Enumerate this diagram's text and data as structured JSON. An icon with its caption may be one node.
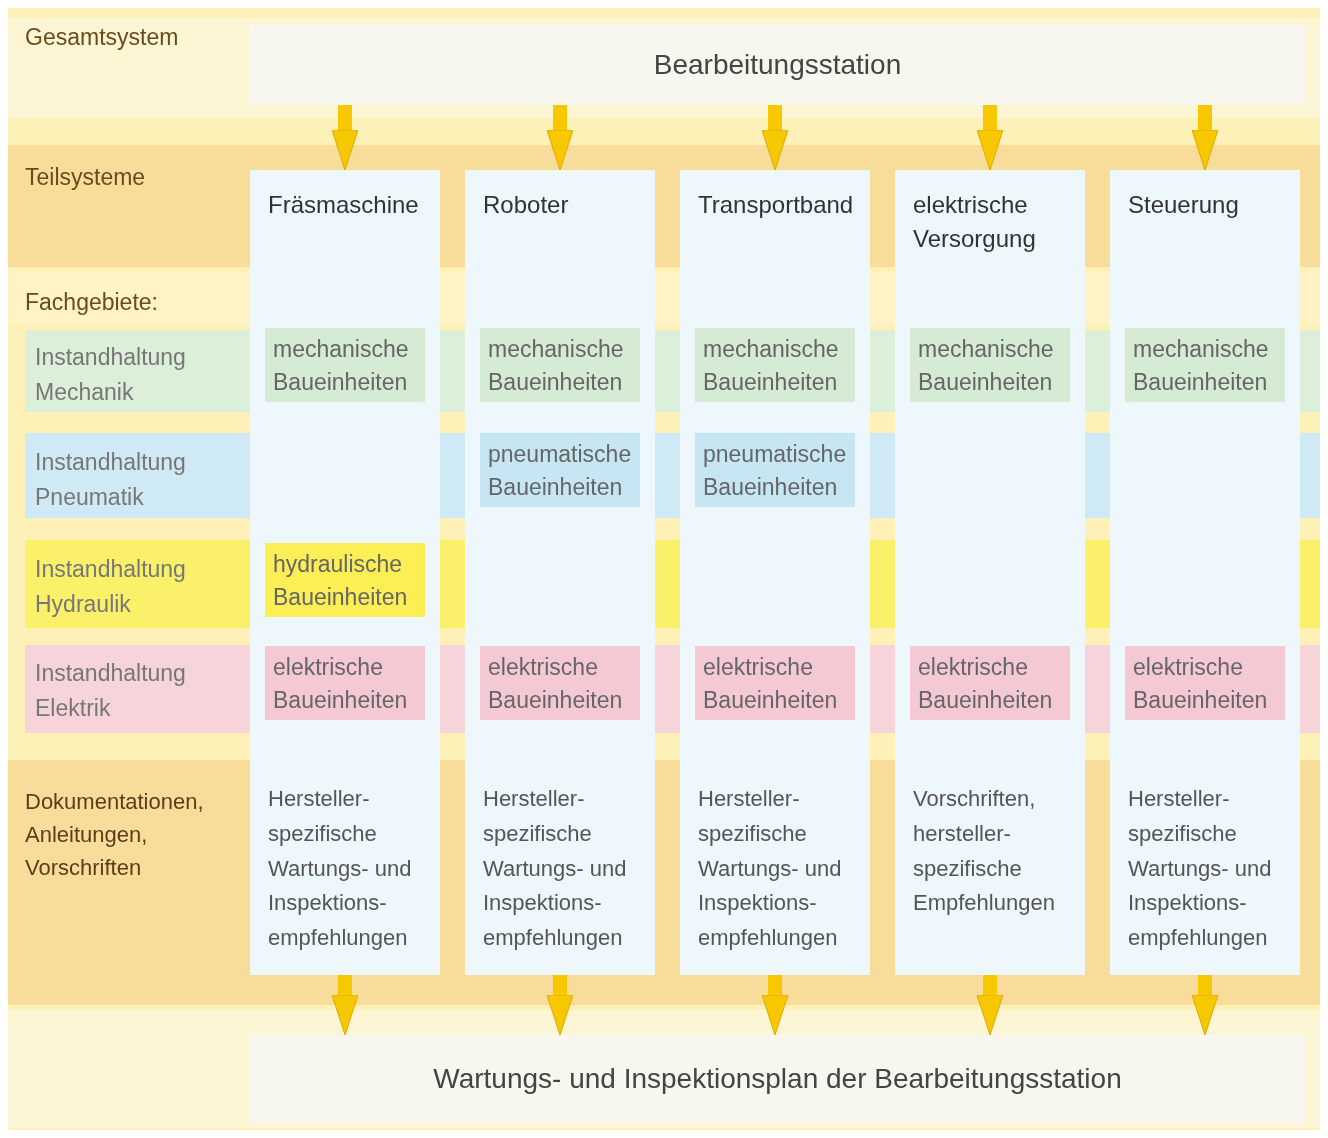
{
  "diagram": {
    "nodes": [
      {
        "text": [
          "Bearbeitungsstation"
        ]
      },
      {
        "text": [
          "Fräsmaschine",
          "Hersteller- spezifische Wartungs- und Inspektions- empfehlungen"
        ]
      },
      {
        "text": [
          "mechanische Baueinheiten"
        ],
        "in": 1
      },
      {
        "text": [
          "hydraulische Baueinheiten"
        ],
        "in": 1
      },
      {
        "text": [
          "elektrische Baueinheiten"
        ],
        "in": 1
      },
      {
        "text": [
          "Roboter",
          "Hersteller- spezifische Wartungs- und Inspektions- empfehlungen"
        ]
      },
      {
        "text": [
          "mechanische Baueinheiten"
        ],
        "in": 5
      },
      {
        "text": [
          "pneumatische Baueinheiten"
        ],
        "in": 5
      },
      {
        "text": [
          "elektrische Baueinheiten"
        ],
        "in": 5
      },
      {
        "text": [
          "Transportband",
          "Hersteller- spezifische Wartungs- und Inspektions- empfehlungen"
        ]
      },
      {
        "text": [
          "mechanische Baueinheiten"
        ],
        "in": 9
      },
      {
        "text": [
          "pneumatische Baueinheiten"
        ],
        "in": 9
      },
      {
        "text": [
          "elektrische Baueinheiten"
        ],
        "in": 9
      },
      {
        "text": [
          "elektrische Versorgung",
          "Vorschriften, hersteller- spezifische Empfehlungen"
        ]
      },
      {
        "text": [
          "mechanische Baueinheiten"
        ],
        "in": 13
      },
      {
        "text": [
          "elektrische Baueinheiten"
        ],
        "in": 13
      },
      {
        "text": [
          "Steuerung",
          "Hersteller- spezifische Wartungs- und Inspektions- empfehlungen"
        ]
      },
      {
        "text": [
          "mechanische Baueinheiten"
        ],
        "in": 16
      },
      {
        "text": [
          "elektrische Baueinheiten"
        ],
        "in": 16
      },
      {
        "text": [
          "Wartungs- und Inspektionsplan der Bearbeitungsstation"
        ]
      }
    ],
    "edges": [
      {
        "from": 0,
        "to": 1,
        "arrow": "to"
      },
      {
        "from": 0,
        "to": 5,
        "arrow": "to"
      },
      {
        "from": 0,
        "to": 9,
        "arrow": "to"
      },
      {
        "from": 0,
        "to": 13,
        "arrow": "to"
      },
      {
        "from": 0,
        "to": 16,
        "arrow": "to"
      },
      {
        "from": 1,
        "to": 19,
        "arrow": "to"
      },
      {
        "from": 5,
        "to": 19,
        "arrow": "to"
      },
      {
        "from": 9,
        "to": 19,
        "arrow": "to"
      },
      {
        "from": 13,
        "to": 19,
        "arrow": "to"
      },
      {
        "from": 16,
        "to": 19,
        "arrow": "to"
      }
    ],
    "labels": [
      "Gesamtsystem",
      "Teilsysteme",
      "Fachgebiete:",
      "Instandhaltung Mechanik",
      "Instandhaltung Pneumatik",
      "Instandhaltung Hydraulik",
      "Instandhaltung Elektrik",
      "Dokumentationen, Anleitungen, Vorschriften"
    ]
  }
}
